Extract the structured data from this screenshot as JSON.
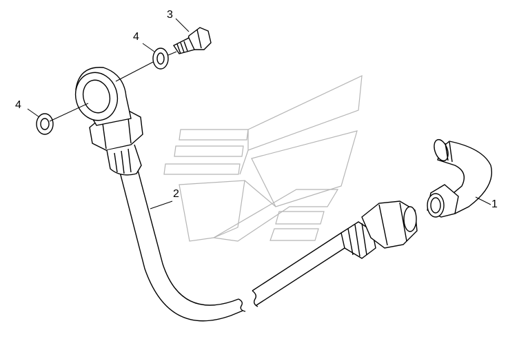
{
  "diagram": {
    "callouts": [
      {
        "id": "1",
        "label": "1",
        "part": "elbow-fitting"
      },
      {
        "id": "2",
        "label": "2",
        "part": "pipe"
      },
      {
        "id": "3",
        "label": "3",
        "part": "banjo-bolt"
      },
      {
        "id": "4a",
        "label": "4",
        "part": "washer-upper"
      },
      {
        "id": "4b",
        "label": "4",
        "part": "washer-lower"
      }
    ],
    "colors": {
      "line": "#000000",
      "watermark": "#b5b5b5",
      "background": "#ffffff"
    }
  }
}
